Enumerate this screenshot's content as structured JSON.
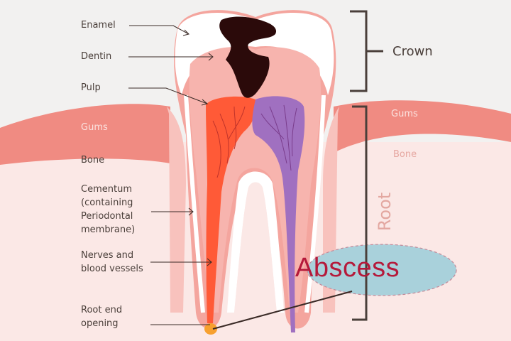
{
  "labels": {
    "enamel": "Enamel",
    "dentin": "Dentin",
    "pulp": "Pulp",
    "gums_left": "Gums",
    "bone_left": "Bone",
    "cementum": "Cementum (containing Periodontal membrane)",
    "nerves": "Nerves and blood vessels",
    "root_end": "Root end opening",
    "crown": "Crown",
    "gums_right": "Gums",
    "bone_right": "Bone",
    "root": "Root",
    "abscess": "Abscess"
  },
  "colors": {
    "background": "#f2f1f0",
    "gums": "#f08b82",
    "bone": "#fbe8e6",
    "enamel": "#ffffff",
    "dentin": "#f7b4ae",
    "pulp": "#ff5a37",
    "nerve_purple": "#a070c0",
    "decay": "#2b0a0a",
    "abscess_fill": "#a9d1db",
    "abscess_text": "#b5193a",
    "bracket": "#4a3f3a"
  }
}
